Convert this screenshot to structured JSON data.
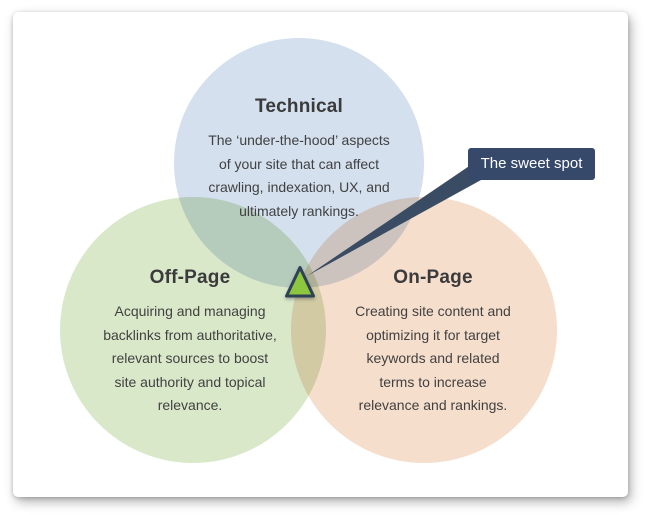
{
  "page": {
    "background_color": "#ffffff",
    "card_color": "#ffffff"
  },
  "diagram": {
    "type": "venn",
    "circles": [
      {
        "id": "technical",
        "title": "Technical",
        "description_lines": [
          "The ‘under-the-hood’ aspects",
          "of your site that can affect",
          "crawling, indexation, UX, and",
          "ultimately rankings."
        ],
        "color": "#d4e0ee"
      },
      {
        "id": "off-page",
        "title": "Off-Page",
        "description_lines": [
          "Acquiring and managing",
          "backlinks from authoritative,",
          "relevant sources to boost",
          "site authority and topical",
          "relevance."
        ],
        "color": "#dae8ca"
      },
      {
        "id": "on-page",
        "title": "On-Page",
        "description_lines": [
          "Creating site content and",
          "optimizing it for target",
          "keywords and related",
          "terms to increase",
          "relevance and rankings."
        ],
        "color": "#f6decd"
      }
    ],
    "callout": {
      "label": "The sweet spot",
      "bg_color": "#36496b",
      "text_color": "#ffffff",
      "line_color": "#3a4c63"
    },
    "marker": {
      "shape": "triangle",
      "fill": "#8dc63f",
      "stroke": "#2f4156"
    }
  }
}
